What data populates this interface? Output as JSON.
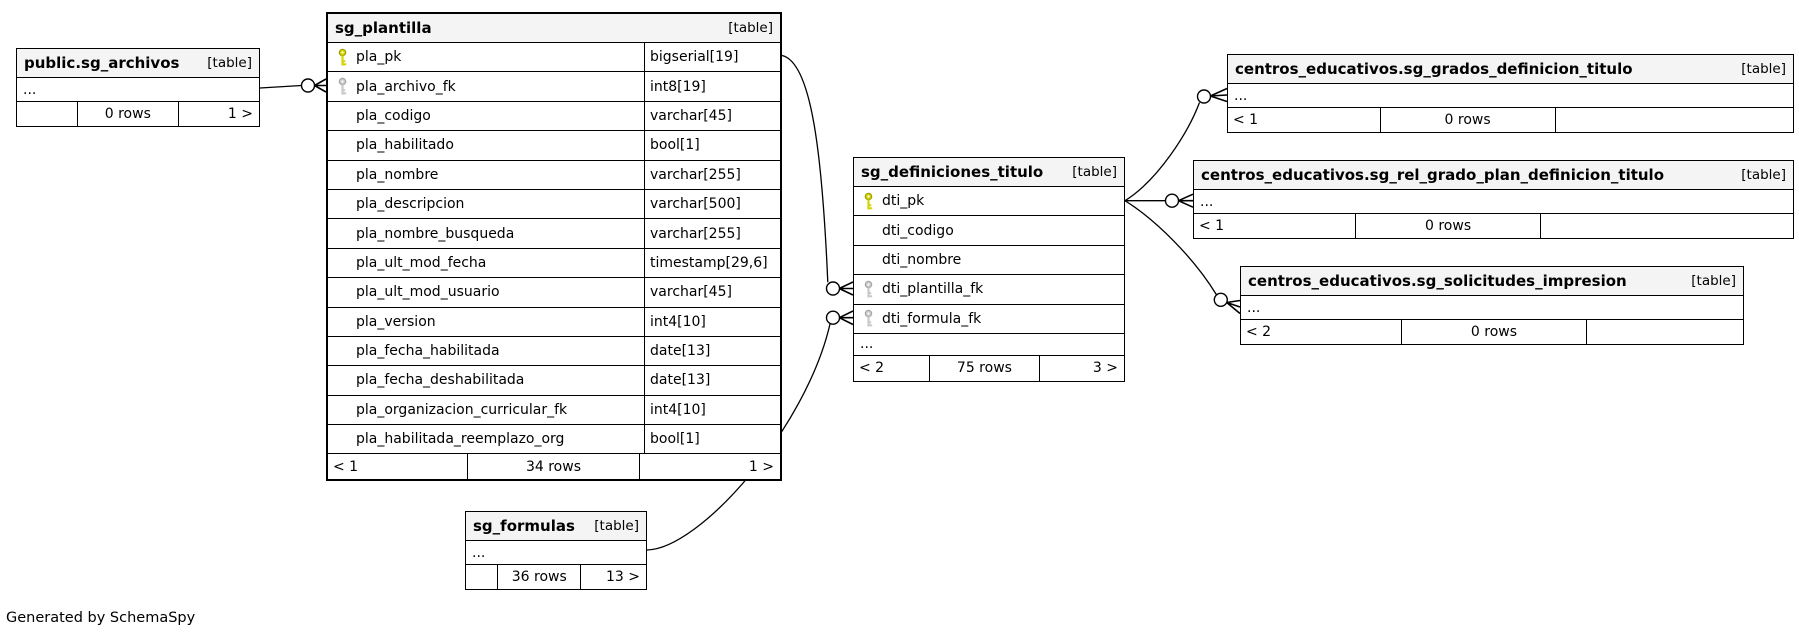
{
  "diagram": {
    "generator_note": "Generated by SchemaSpy"
  },
  "colors": {
    "pk_key": "#d4d400",
    "pk_key_dark": "#a0a000",
    "fk_key": "#c9c9c9",
    "fk_key_dark": "#a8a8a8",
    "header_bg": "#f4f4f4",
    "border": "#000000"
  },
  "tables": [
    {
      "id": "sg_archivos",
      "name": "public.sg_archivos",
      "tag": "[table]",
      "columns": [],
      "ellipsis": "...",
      "footer": {
        "left": "",
        "center": "0 rows",
        "right": "1 >"
      }
    },
    {
      "id": "sg_plantilla",
      "name": "sg_plantilla",
      "tag": "[table]",
      "columns": [
        {
          "key": "pk",
          "name": "pla_pk",
          "type": "bigserial[19]"
        },
        {
          "key": "fk",
          "name": "pla_archivo_fk",
          "type": "int8[19]"
        },
        {
          "key": "",
          "name": "pla_codigo",
          "type": "varchar[45]"
        },
        {
          "key": "",
          "name": "pla_habilitado",
          "type": "bool[1]"
        },
        {
          "key": "",
          "name": "pla_nombre",
          "type": "varchar[255]"
        },
        {
          "key": "",
          "name": "pla_descripcion",
          "type": "varchar[500]"
        },
        {
          "key": "",
          "name": "pla_nombre_busqueda",
          "type": "varchar[255]"
        },
        {
          "key": "",
          "name": "pla_ult_mod_fecha",
          "type": "timestamp[29,6]"
        },
        {
          "key": "",
          "name": "pla_ult_mod_usuario",
          "type": "varchar[45]"
        },
        {
          "key": "",
          "name": "pla_version",
          "type": "int4[10]"
        },
        {
          "key": "",
          "name": "pla_fecha_habilitada",
          "type": "date[13]"
        },
        {
          "key": "",
          "name": "pla_fecha_deshabilitada",
          "type": "date[13]"
        },
        {
          "key": "",
          "name": "pla_organizacion_curricular_fk",
          "type": "int4[10]"
        },
        {
          "key": "",
          "name": "pla_habilitada_reemplazo_org",
          "type": "bool[1]"
        }
      ],
      "ellipsis": "",
      "footer": {
        "left": "< 1",
        "center": "34 rows",
        "right": "1 >"
      }
    },
    {
      "id": "sg_formulas",
      "name": "sg_formulas",
      "tag": "[table]",
      "columns": [],
      "ellipsis": "...",
      "footer": {
        "left": "",
        "center": "36 rows",
        "right": "13 >"
      }
    },
    {
      "id": "sg_definiciones_titulo",
      "name": "sg_definiciones_titulo",
      "tag": "[table]",
      "columns": [
        {
          "key": "pk",
          "name": "dti_pk",
          "type": ""
        },
        {
          "key": "",
          "name": "dti_codigo",
          "type": ""
        },
        {
          "key": "",
          "name": "dti_nombre",
          "type": ""
        },
        {
          "key": "fk",
          "name": "dti_plantilla_fk",
          "type": ""
        },
        {
          "key": "fk",
          "name": "dti_formula_fk",
          "type": ""
        }
      ],
      "ellipsis": "...",
      "footer": {
        "left": "< 2",
        "center": "75 rows",
        "right": "3 >"
      }
    },
    {
      "id": "grados_definicion_titulo",
      "name": "centros_educativos.sg_grados_definicion_titulo",
      "tag": "[table]",
      "columns": [],
      "ellipsis": "...",
      "footer": {
        "left": "< 1",
        "center": "0 rows",
        "right": ""
      }
    },
    {
      "id": "rel_grado_plan_definicion_titulo",
      "name": "centros_educativos.sg_rel_grado_plan_definicion_titulo",
      "tag": "[table]",
      "columns": [],
      "ellipsis": "...",
      "footer": {
        "left": "< 1",
        "center": "0 rows",
        "right": ""
      }
    },
    {
      "id": "solicitudes_impresion",
      "name": "centros_educativos.sg_solicitudes_impresion",
      "tag": "[table]",
      "columns": [],
      "ellipsis": "...",
      "footer": {
        "left": "< 2",
        "center": "0 rows",
        "right": ""
      }
    }
  ],
  "relationships": [
    {
      "from": "public.sg_archivos",
      "to": "sg_plantilla.pla_archivo_fk"
    },
    {
      "from": "sg_plantilla.pla_pk",
      "to": "sg_definiciones_titulo.dti_plantilla_fk"
    },
    {
      "from": "sg_formulas",
      "to": "sg_definiciones_titulo.dti_formula_fk"
    },
    {
      "from": "sg_definiciones_titulo.dti_pk",
      "to": "centros_educativos.sg_grados_definicion_titulo"
    },
    {
      "from": "sg_definiciones_titulo.dti_pk",
      "to": "centros_educativos.sg_rel_grado_plan_definicion_titulo"
    },
    {
      "from": "sg_definiciones_titulo.dti_pk",
      "to": "centros_educativos.sg_solicitudes_impresion"
    }
  ]
}
